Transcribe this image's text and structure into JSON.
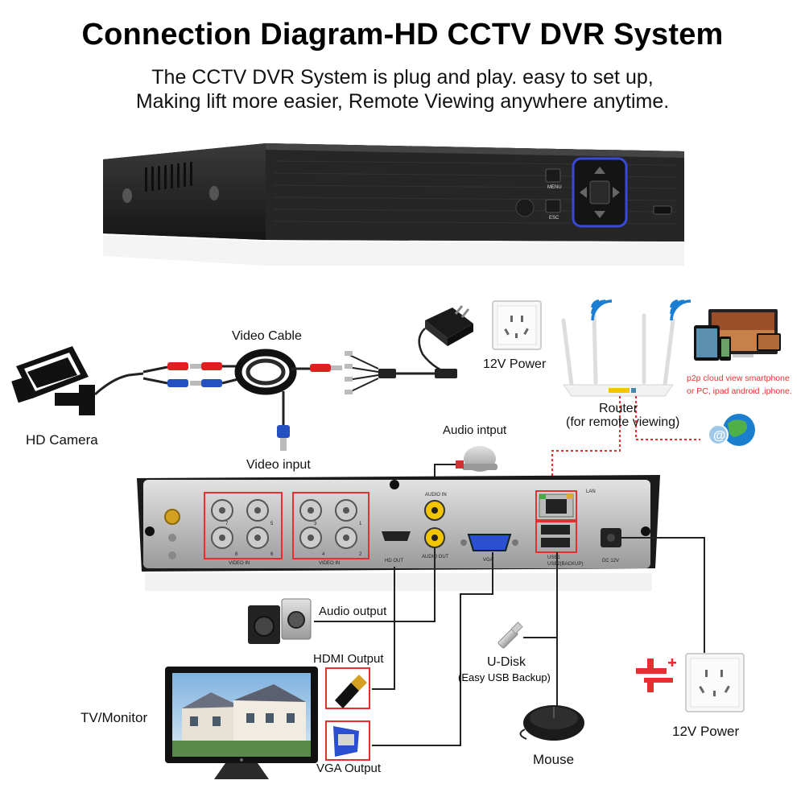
{
  "title": "Connection Diagram-HD CCTV DVR System",
  "subtitle": [
    "The CCTV DVR System is plug and play. easy to set up,",
    "Making lift more easier, Remote Viewing anywhere anytime."
  ],
  "dvr_front": {
    "menu": "MENU",
    "esc": "ESC"
  },
  "labels": {
    "video_cable": "Video Cable",
    "hd_camera": "HD Camera",
    "video_input": "Video input",
    "power_top": "12V Power",
    "router": "Router",
    "router_sub": "(for remote viewing)",
    "p2p_line1": "p2p cloud  view smartphone",
    "p2p_line2": "or PC, ipad android ,iphone.",
    "audio_input": "Audio intput",
    "audio_output": "Audio output",
    "hdmi_output": "HDMI Output",
    "tv_monitor": "TV/Monitor",
    "vga_output": "VGA Output",
    "udisk": "U-Disk",
    "udisk_sub": "(Easy USB Backup)",
    "mouse": "Mouse",
    "power_bottom": "12V Power"
  },
  "dvr_back": {
    "video_in": "VIDEO IN",
    "audio_in": "AUDIO IN",
    "audio_out": "AUDIO OUT",
    "hd_out": "HD OUT",
    "vga": "VGA",
    "lan": "LAN",
    "usb1": "USB1",
    "usb2": "USB2(BACKUP)",
    "dc12v": "DC 12V",
    "port_numbers": [
      "7",
      "5",
      "3",
      "1",
      "8",
      "6",
      "4",
      "2"
    ]
  },
  "colors": {
    "accent_red": "#e53030",
    "dvr_body": "#2a2a2a",
    "led_blue": "#3a4ad8",
    "wifi_blue": "#1a7fd4"
  },
  "icons": [
    "camera-icon",
    "power-adapter-icon",
    "wall-socket-icon",
    "router-icon",
    "wifi-icon",
    "globe-icon",
    "speaker-icon",
    "monitor-icon",
    "hdmi-plug-icon",
    "vga-plug-icon",
    "usb-stick-icon",
    "mouse-icon",
    "battery-icon",
    "microphone-icon"
  ]
}
